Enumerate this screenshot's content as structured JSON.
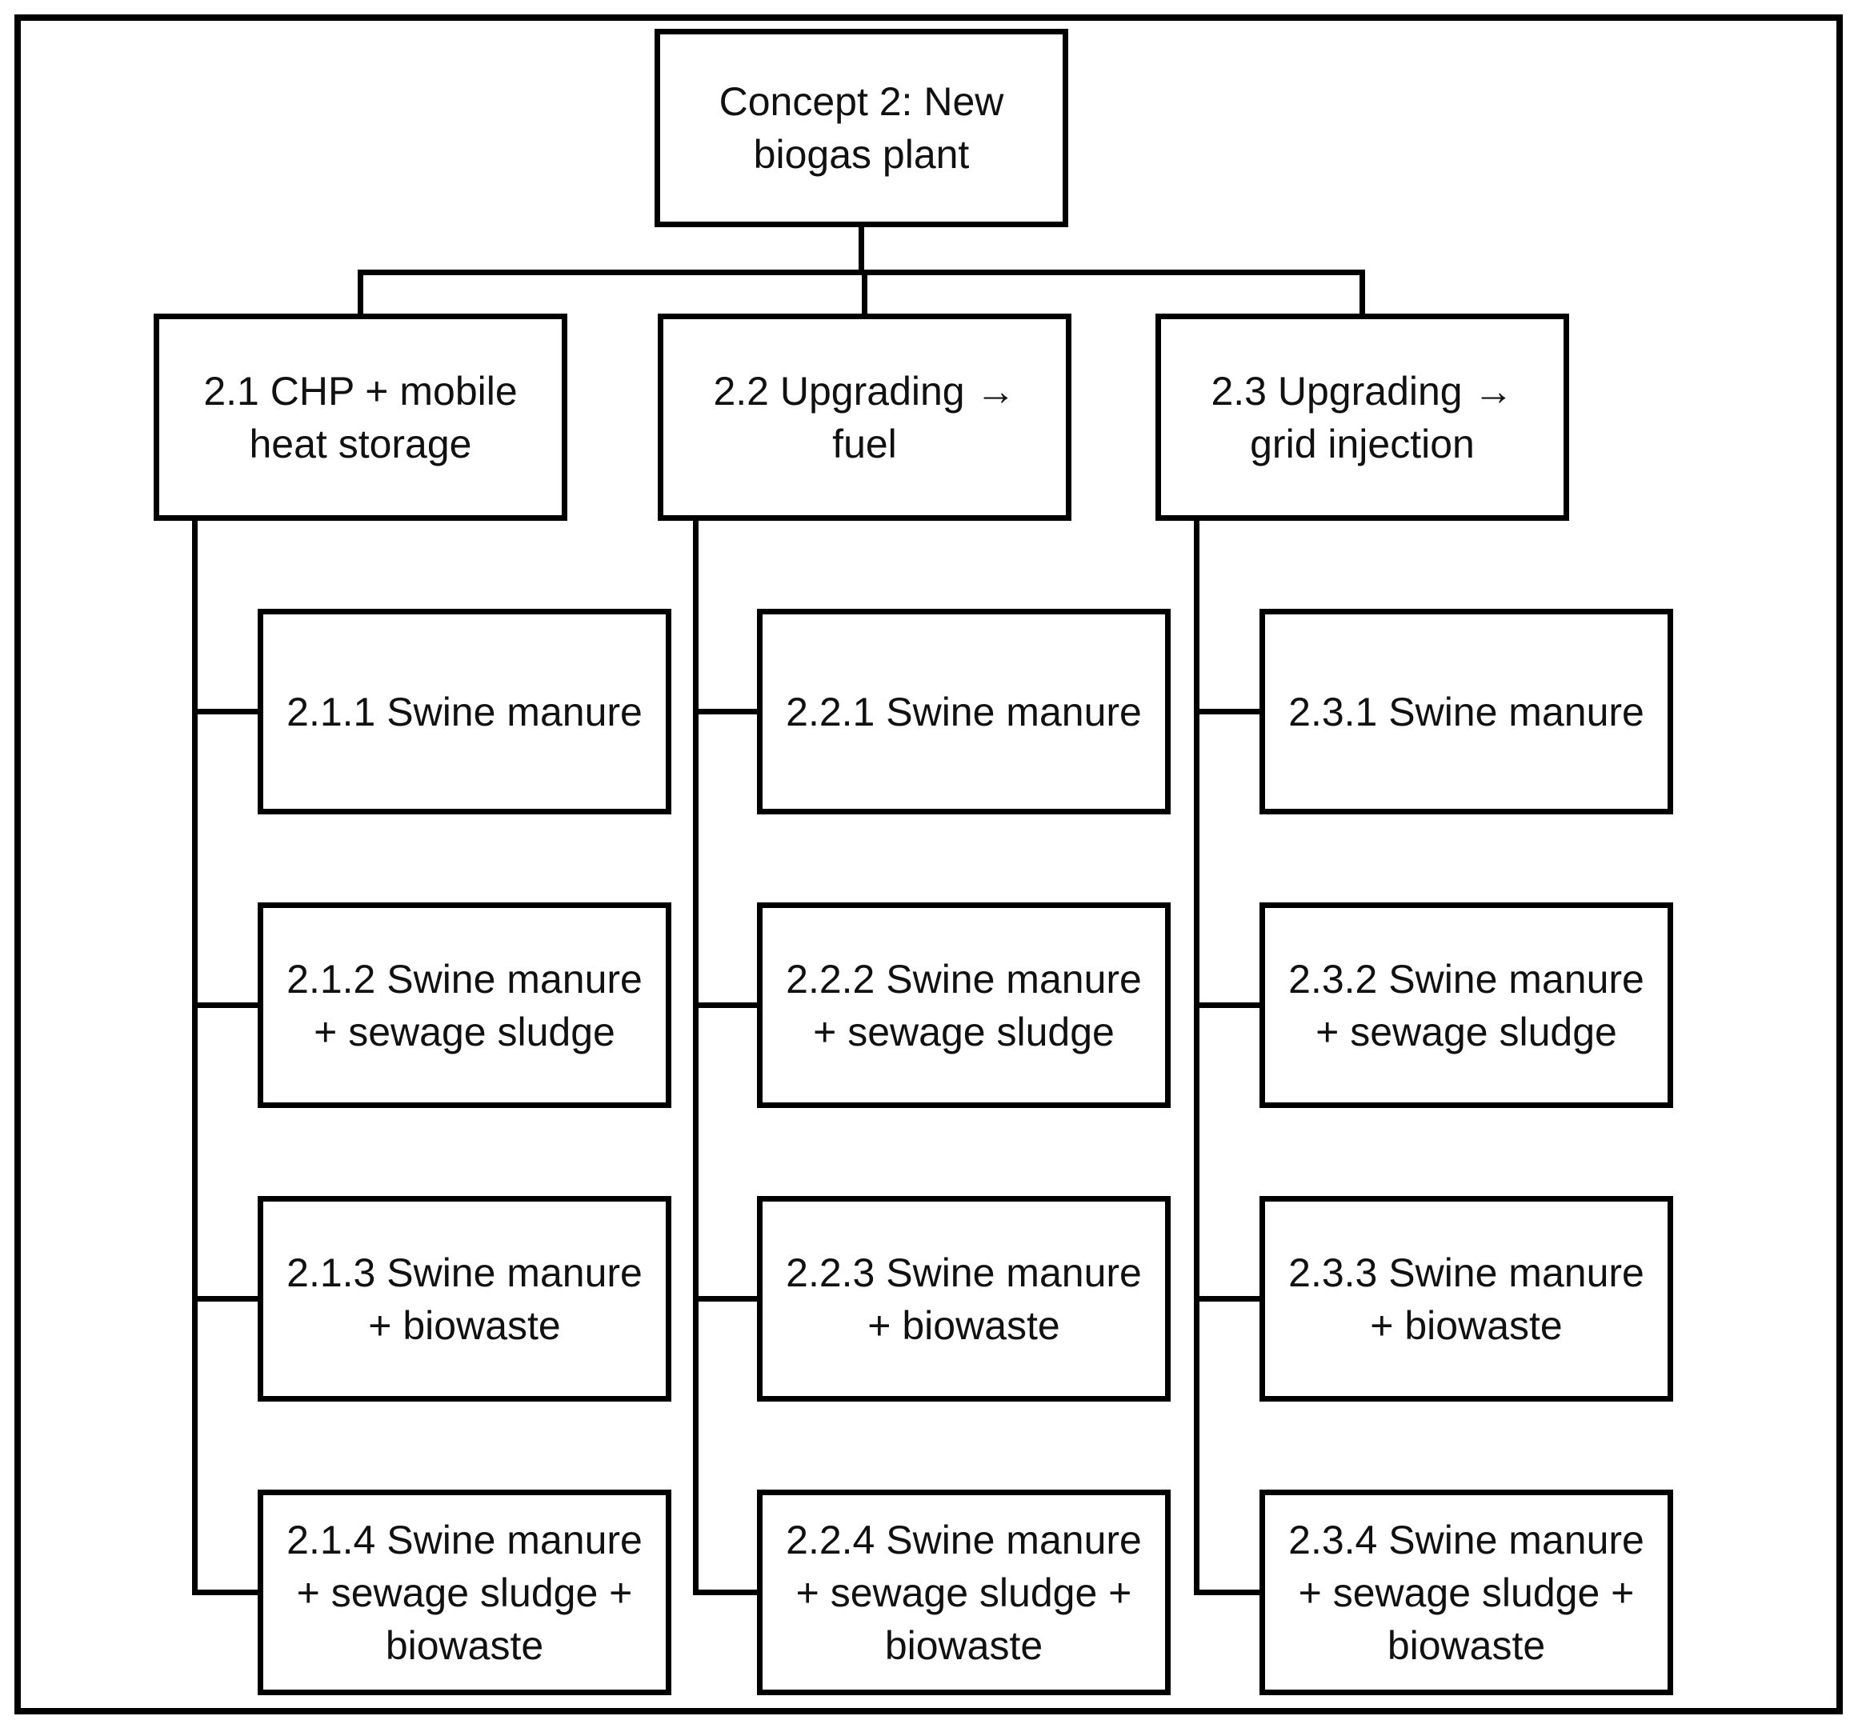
{
  "diagram": {
    "type": "org-chart",
    "root": {
      "id": "2",
      "label": "Concept 2: New\nbiogas plant"
    },
    "branches": [
      {
        "id": "2.1",
        "label": "2.1 CHP + mobile\nheat storage",
        "children": [
          {
            "id": "2.1.1",
            "label": "2.1.1 Swine manure"
          },
          {
            "id": "2.1.2",
            "label": "2.1.2 Swine manure\n+ sewage sludge"
          },
          {
            "id": "2.1.3",
            "label": "2.1.3 Swine manure\n+ biowaste"
          },
          {
            "id": "2.1.4",
            "label": "2.1.4 Swine manure\n+ sewage sludge +\nbiowaste"
          }
        ]
      },
      {
        "id": "2.2",
        "label": "2.2 Upgrading →\nfuel",
        "children": [
          {
            "id": "2.2.1",
            "label": "2.2.1 Swine manure"
          },
          {
            "id": "2.2.2",
            "label": "2.2.2 Swine manure\n+ sewage sludge"
          },
          {
            "id": "2.2.3",
            "label": "2.2.3 Swine manure\n+ biowaste"
          },
          {
            "id": "2.2.4",
            "label": "2.2.4 Swine manure\n+ sewage sludge +\nbiowaste"
          }
        ]
      },
      {
        "id": "2.3",
        "label": "2.3 Upgrading →\ngrid injection",
        "children": [
          {
            "id": "2.3.1",
            "label": "2.3.1 Swine manure"
          },
          {
            "id": "2.3.2",
            "label": "2.3.2 Swine manure\n+ sewage sludge"
          },
          {
            "id": "2.3.3",
            "label": "2.3.3 Swine manure\n+ biowaste"
          },
          {
            "id": "2.3.4",
            "label": "2.3.4 Swine manure\n+ sewage sludge +\nbiowaste"
          }
        ]
      }
    ],
    "colors": {
      "line": "#000000",
      "box_border": "#000000",
      "box_fill": "#ffffff",
      "text": "#111111",
      "background": "#ffffff"
    }
  }
}
